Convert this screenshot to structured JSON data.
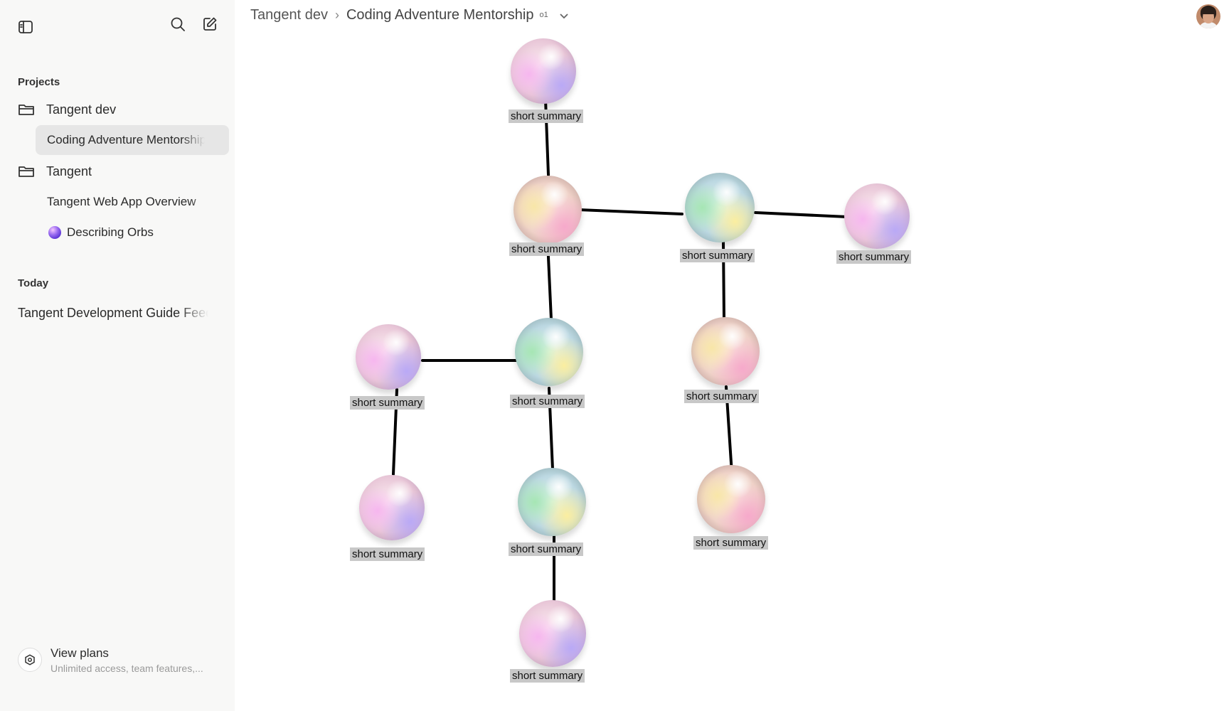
{
  "sidebar": {
    "projects_title": "Projects",
    "today_title": "Today",
    "projects": [
      {
        "label": "Tangent dev",
        "children": [
          "Coding Adventure Mentorship"
        ]
      },
      {
        "label": "Tangent",
        "children": [
          "Tangent Web App Overview",
          "Describing Orbs"
        ]
      }
    ],
    "today": [
      "Tangent Development Guide Feedback"
    ],
    "plans": {
      "title": "View plans",
      "subtitle": "Unlimited access, team features,..."
    },
    "icons": [
      "sidebar-toggle-icon",
      "search-icon",
      "compose-icon",
      "folder-icon",
      "orb-icon",
      "plans-icon"
    ]
  },
  "header": {
    "breadcrumb_project": "Tangent dev",
    "breadcrumb_chat": "Coding Adventure Mentorship",
    "model_badge": "o1"
  },
  "graph": {
    "node_label": "short summary",
    "colors": {
      "edge": "#000000",
      "label_bg": "#c8c8c8"
    }
  }
}
